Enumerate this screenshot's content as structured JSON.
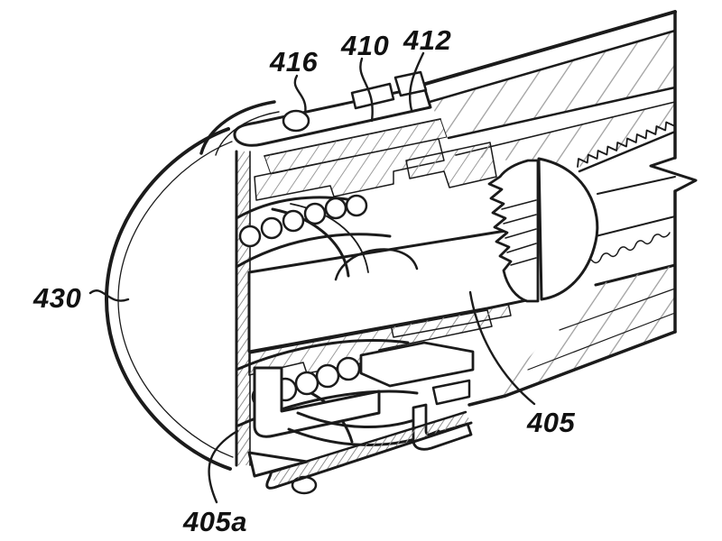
{
  "figure": {
    "background_color": "#ffffff",
    "line_color": "#1b1b1b",
    "hatch_color": "#9c9c9c",
    "labels": {
      "l416": "416",
      "l410": "410",
      "l412": "412",
      "l430": "430",
      "l405": "405",
      "l405a": "405a"
    }
  }
}
